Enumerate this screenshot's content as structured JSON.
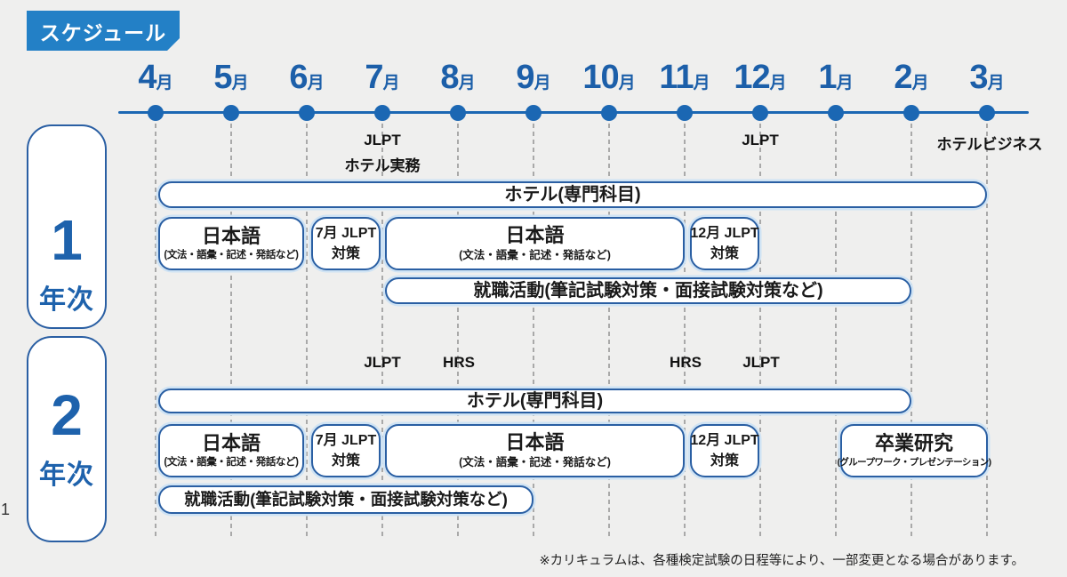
{
  "page": {
    "badge_label": "スケジュール",
    "page_number": "1",
    "footnote": "※カリキュラムは、各種検定試験の日程等により、一部変更となる場合があります。"
  },
  "colors": {
    "background": "#efefee",
    "badge_blue": "#2380c6",
    "timeline_blue": "#1b67b3",
    "month_text_blue": "#1c5fa9",
    "box_border_blue": "#2a5fa3",
    "box_halo_blue": "#cfe3f4",
    "gridline_gray": "#a9a9a9",
    "text_black": "#1a1a1a"
  },
  "timeline": {
    "month_suffix": "月",
    "months": [
      "4",
      "5",
      "6",
      "7",
      "8",
      "9",
      "10",
      "11",
      "12",
      "1",
      "2",
      "3"
    ],
    "labels": {
      "jlpt_july": "JLPT",
      "hotel_practice": "ホテル実務",
      "jlpt_december": "JLPT",
      "hotel_business": "ホテルビジネス"
    }
  },
  "year1": {
    "number": "1",
    "suffix": "年次",
    "bars": {
      "hotel": "ホテル(専門科目)",
      "japanese_title": "日本語",
      "japanese_subtitle": "(文法・語彙・記述・発話など)",
      "jlpt_july_line1": "7月 JLPT",
      "jlpt_july_line2": "対策",
      "japanese2_title": "日本語",
      "japanese2_subtitle": "(文法・語彙・記述・発話など)",
      "jlpt_december_line1": "12月 JLPT",
      "jlpt_december_line2": "対策",
      "job_hunting": "就職活動(筆記試験対策・面接試験対策など)"
    }
  },
  "year2": {
    "number": "2",
    "suffix": "年次",
    "labels": {
      "jlpt_july": "JLPT",
      "hrs_august": "HRS",
      "hrs_november": "HRS",
      "jlpt_december": "JLPT"
    },
    "bars": {
      "hotel": "ホテル(専門科目)",
      "japanese_title": "日本語",
      "japanese_subtitle": "(文法・語彙・記述・発話など)",
      "jlpt_july_line1": "7月 JLPT",
      "jlpt_july_line2": "対策",
      "japanese2_title": "日本語",
      "japanese2_subtitle": "(文法・語彙・記述・発話など)",
      "jlpt_december_line1": "12月 JLPT",
      "jlpt_december_line2": "対策",
      "graduation_title": "卒業研究",
      "graduation_subtitle": "(グループワーク・プレゼンテーション)",
      "job_hunting": "就職活動(筆記試験対策・面接試験対策など)"
    }
  }
}
